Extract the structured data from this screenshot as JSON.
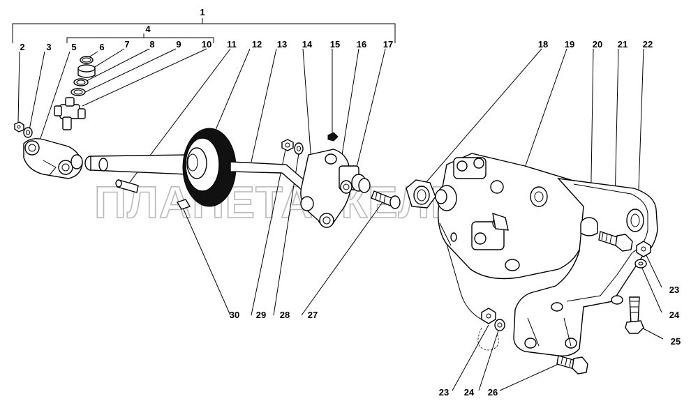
{
  "watermark": "ПЛАНЕТА ЖЕЛЕЗЯКА",
  "callouts": [
    {
      "id": "c1",
      "text": "1"
    },
    {
      "id": "c2",
      "text": "2"
    },
    {
      "id": "c3",
      "text": "3"
    },
    {
      "id": "c4",
      "text": "4"
    },
    {
      "id": "c5",
      "text": "5"
    },
    {
      "id": "c6",
      "text": "6"
    },
    {
      "id": "c7",
      "text": "7"
    },
    {
      "id": "c8",
      "text": "8"
    },
    {
      "id": "c9",
      "text": "9"
    },
    {
      "id": "c10",
      "text": "10"
    },
    {
      "id": "c11",
      "text": "11"
    },
    {
      "id": "c12",
      "text": "12"
    },
    {
      "id": "c13",
      "text": "13"
    },
    {
      "id": "c14",
      "text": "14"
    },
    {
      "id": "c15",
      "text": "15"
    },
    {
      "id": "c16",
      "text": "16"
    },
    {
      "id": "c17",
      "text": "17"
    },
    {
      "id": "c18",
      "text": "18"
    },
    {
      "id": "c19",
      "text": "19"
    },
    {
      "id": "c20",
      "text": "20"
    },
    {
      "id": "c21",
      "text": "21"
    },
    {
      "id": "c22",
      "text": "22"
    },
    {
      "id": "c23a",
      "text": "23"
    },
    {
      "id": "c24a",
      "text": "24"
    },
    {
      "id": "c25",
      "text": "25"
    },
    {
      "id": "c23b",
      "text": "23"
    },
    {
      "id": "c24b",
      "text": "24"
    },
    {
      "id": "c26",
      "text": "26"
    },
    {
      "id": "c27",
      "text": "27"
    },
    {
      "id": "c28",
      "text": "28"
    },
    {
      "id": "c29",
      "text": "29"
    },
    {
      "id": "c30",
      "text": "30"
    }
  ]
}
